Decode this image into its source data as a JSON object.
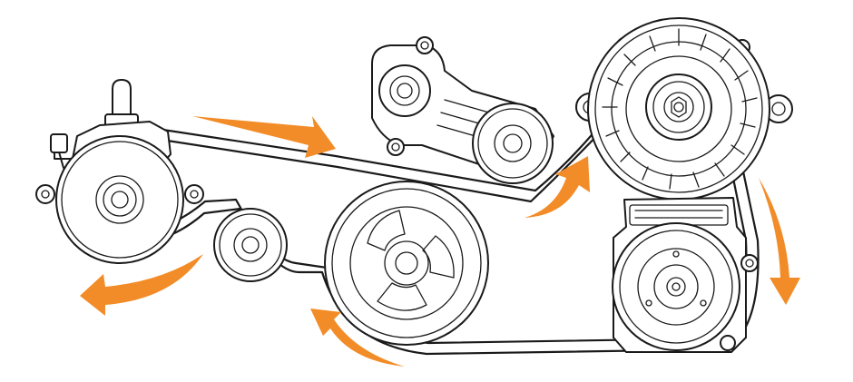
{
  "colors": {
    "line": "#1a1a1a",
    "arrow": "#f28c28",
    "background": "#ffffff"
  },
  "components": [
    {
      "name": "power-steering-pump"
    },
    {
      "name": "idler-pulley"
    },
    {
      "name": "crankshaft-pulley"
    },
    {
      "name": "belt-tensioner"
    },
    {
      "name": "alternator"
    },
    {
      "name": "ac-compressor"
    }
  ],
  "belt_direction": "clockwise"
}
